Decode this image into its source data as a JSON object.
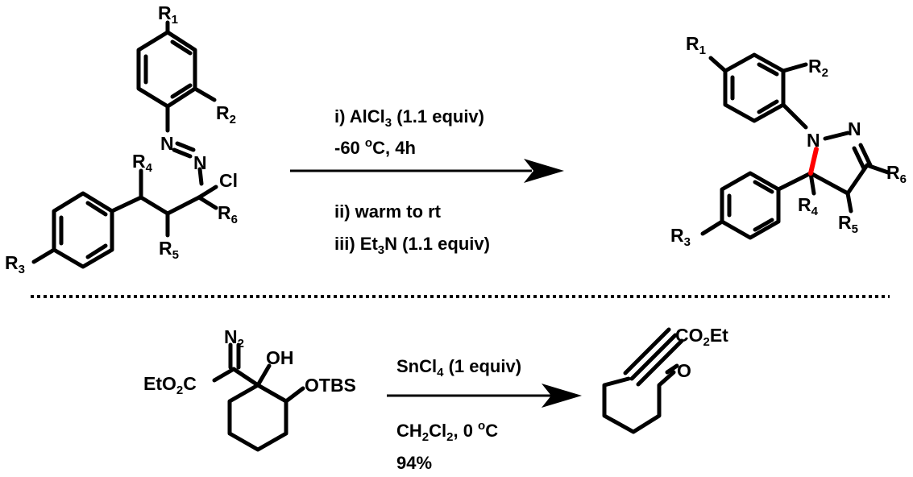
{
  "top_reaction": {
    "reactant": {
      "r1": "R",
      "r1_sub": "1",
      "r2": "R",
      "r2_sub": "2",
      "r3": "R",
      "r3_sub": "3",
      "r4": "R",
      "r4_sub": "4",
      "r5": "R",
      "r5_sub": "5",
      "r6": "R",
      "r6_sub": "6",
      "n1": "N",
      "n2": "N",
      "cl": "Cl"
    },
    "conditions": {
      "step1_prefix": "i) AlCl",
      "step1_sub": "3",
      "step1_suffix": " (1.1 equiv)",
      "step1b_prefix": "-60 ",
      "step1b_sup": "o",
      "step1b_suffix": "C, 4h",
      "step2": "ii) warm to rt",
      "step3_prefix": "iii) Et",
      "step3_sub": "3",
      "step3_suffix": "N (1.1 equiv)"
    },
    "product": {
      "r1": "R",
      "r1_sub": "1",
      "r2": "R",
      "r2_sub": "2",
      "r3": "R",
      "r3_sub": "3",
      "r4": "R",
      "r4_sub": "4",
      "r5": "R",
      "r5_sub": "5",
      "r6": "R",
      "r6_sub": "6",
      "n1": "N",
      "n2": "N",
      "highlight_color": "#ff0000"
    }
  },
  "bottom_reaction": {
    "reactant": {
      "diazo_n": "N",
      "diazo_sub": "2",
      "oh": "OH",
      "ester_a": "EtO",
      "ester_sub": "2",
      "ester_b": "C",
      "otbs": "OTBS"
    },
    "conditions": {
      "reagent_prefix": "SnCl",
      "reagent_sub": "4",
      "reagent_suffix": " (1 equiv)",
      "solvent_a": "CH",
      "solvent_sub1": "2",
      "solvent_b": "Cl",
      "solvent_sub2": "2",
      "solvent_c": ", 0 ",
      "solvent_sup": "o",
      "solvent_d": "C",
      "yield": "94%"
    },
    "product": {
      "ester_a": "CO",
      "ester_sub": "2",
      "ester_b": "Et",
      "aldehyde_o": "O"
    }
  },
  "separator_color": "#000000"
}
